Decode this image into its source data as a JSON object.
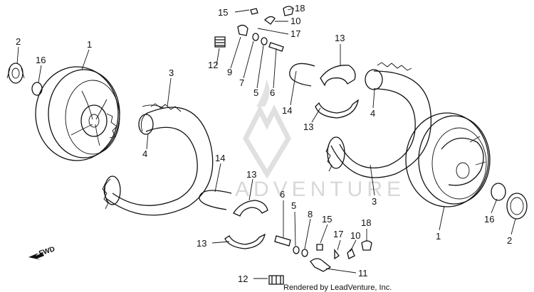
{
  "diagram": {
    "watermark": "ADVENTURE",
    "credit": "Rendered by LeadVenture, Inc.",
    "direction_label": "FWD",
    "callouts": [
      {
        "id": "c15a",
        "text": "15"
      },
      {
        "id": "c18a",
        "text": "18"
      },
      {
        "id": "c10a",
        "text": "10"
      },
      {
        "id": "c17a",
        "text": "17"
      },
      {
        "id": "c13a",
        "text": "13"
      },
      {
        "id": "c2a",
        "text": "2"
      },
      {
        "id": "c1a",
        "text": "1"
      },
      {
        "id": "c16a",
        "text": "16"
      },
      {
        "id": "c12a",
        "text": "12"
      },
      {
        "id": "c9",
        "text": "9"
      },
      {
        "id": "c7",
        "text": "7"
      },
      {
        "id": "c5a",
        "text": "5"
      },
      {
        "id": "c6a",
        "text": "6"
      },
      {
        "id": "c3a",
        "text": "3"
      },
      {
        "id": "c14a",
        "text": "14"
      },
      {
        "id": "c13b",
        "text": "13"
      },
      {
        "id": "c4a",
        "text": "4"
      },
      {
        "id": "c4b",
        "text": "4"
      },
      {
        "id": "c14b",
        "text": "14"
      },
      {
        "id": "c13c",
        "text": "13"
      },
      {
        "id": "c3b",
        "text": "3"
      },
      {
        "id": "c6b",
        "text": "6"
      },
      {
        "id": "c5b",
        "text": "5"
      },
      {
        "id": "c8",
        "text": "8"
      },
      {
        "id": "c15b",
        "text": "15"
      },
      {
        "id": "c18b",
        "text": "18"
      },
      {
        "id": "c17b",
        "text": "17"
      },
      {
        "id": "c10b",
        "text": "10"
      },
      {
        "id": "c13d",
        "text": "13"
      },
      {
        "id": "c16b",
        "text": "16"
      },
      {
        "id": "c2b",
        "text": "2"
      },
      {
        "id": "c1b",
        "text": "1"
      },
      {
        "id": "c11",
        "text": "11"
      },
      {
        "id": "c12b",
        "text": "12"
      }
    ]
  }
}
